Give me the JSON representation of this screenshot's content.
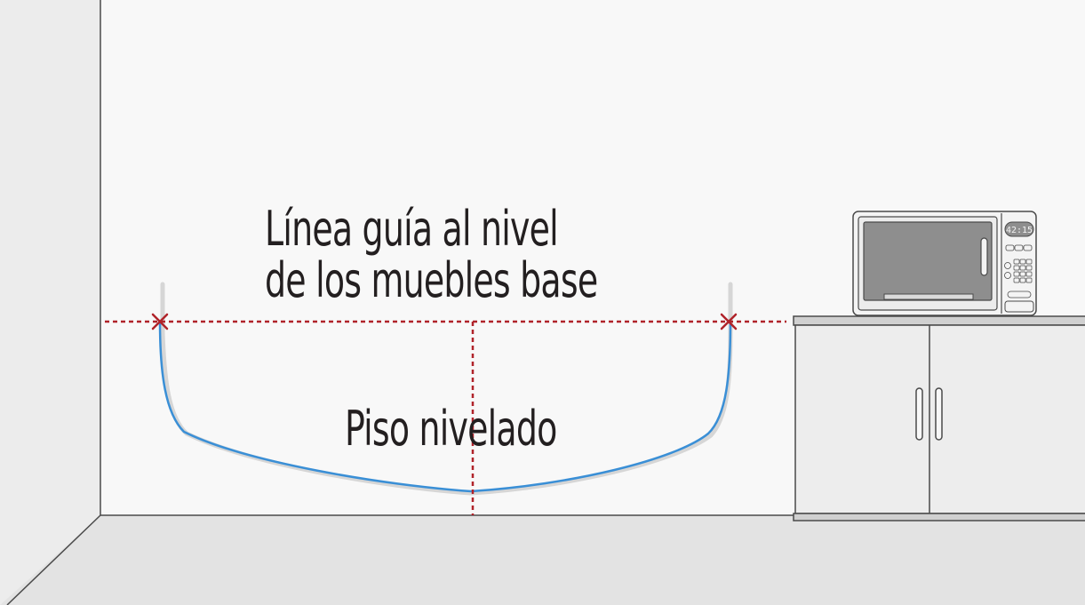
{
  "labels": {
    "guide_line_1": "Línea guía al nivel",
    "guide_line_2": "de los muebles base",
    "floor": "Piso nivelado"
  },
  "microwave": {
    "clock": "42:15"
  },
  "colors": {
    "wall": "#f8f8f8",
    "side_wall": "#ececec",
    "floor": "#e3e3e3",
    "outline": "#4a4a4a",
    "guide_line": "#b0232a",
    "hose": "#3a8fd6",
    "cabinet": "#ededed",
    "countertop": "#d0d0d0"
  },
  "icons": [
    "cross-mark-icon",
    "microwave-icon"
  ]
}
